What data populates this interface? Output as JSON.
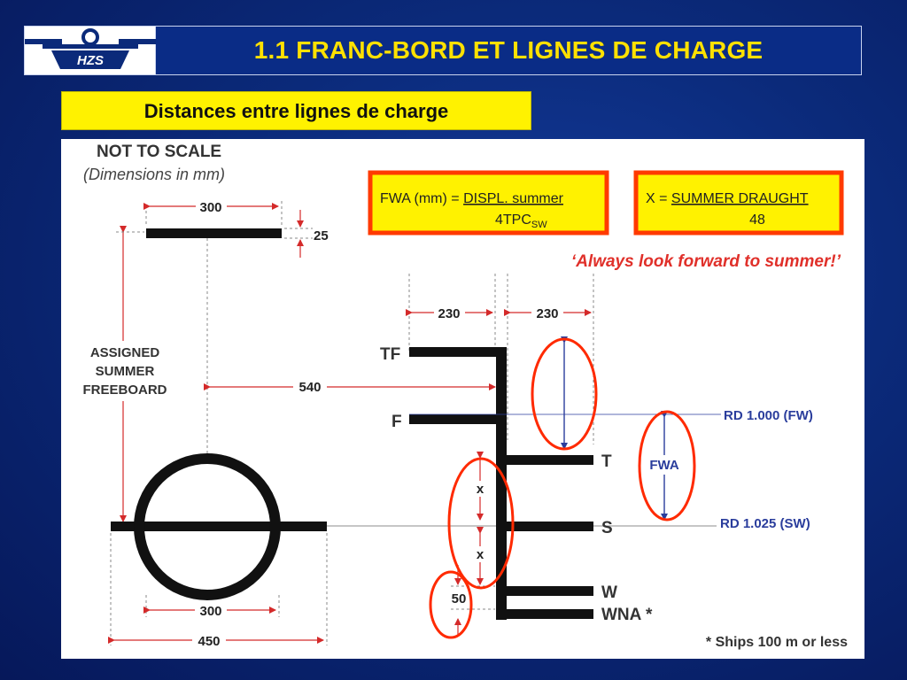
{
  "header": {
    "title": "1.1  FRANC-BORD ET LIGNES DE CHARGE",
    "logo_text": "HZS"
  },
  "subtitle": "Distances entre lignes de charge",
  "diagram": {
    "not_to_scale": "NOT TO SCALE",
    "dimensions_note": "(Dimensions in mm)",
    "dim_300_top": "300",
    "dim_25": "25",
    "assigned_label": [
      "ASSIGNED",
      "SUMMER",
      "FREEBOARD"
    ],
    "dim_540": "540",
    "dim_230_left": "230",
    "dim_230_right": "230",
    "dim_300_bottom": "300",
    "dim_450": "450",
    "dim_50": "50",
    "x_mark_upper": "x",
    "x_mark_lower": "x",
    "fwa_mark": "FWA",
    "formula_fwa": {
      "lhs": "FWA (mm) = ",
      "numerator": "DISPL. summer",
      "denominator": "4TPC",
      "subscript": "SW"
    },
    "formula_x": {
      "lhs": "X = ",
      "numerator": "SUMMER DRAUGHT",
      "denominator": "48"
    },
    "motto": "‘Always look forward to summer!’",
    "line_labels": {
      "tf": "TF",
      "f": "F",
      "t": "T",
      "s": "S",
      "w": "W",
      "wna": "WNA *"
    },
    "rd_fw": "RD 1.000 (FW)",
    "rd_sw": "RD 1.025 (SW)",
    "footnote": "* Ships 100 m or less"
  },
  "colors": {
    "title_yellow": "#ffe100",
    "subtitle_bg": "#fff200",
    "formula_border": "#ff3a00",
    "motto_red": "#e0302a",
    "dim_red": "#d42a2a",
    "rd_blue": "#2a3d9c",
    "highlight_oval": "#ff2a00"
  }
}
